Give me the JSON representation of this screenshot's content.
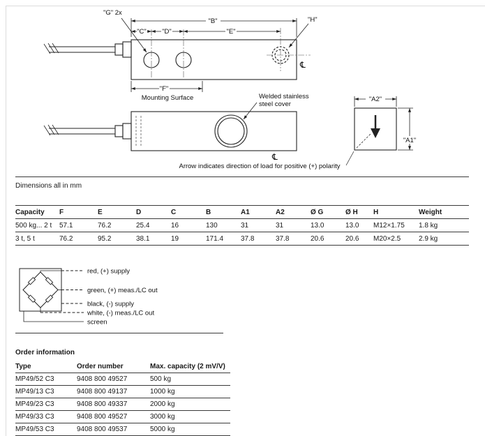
{
  "notes": {
    "units": "Dimensions all in mm"
  },
  "drawing": {
    "labels": {
      "g": "\"G\" 2x",
      "c": "\"C\"",
      "d": "\"D\"",
      "b": "\"B\"",
      "e": "\"E\"",
      "h": "\"H\"",
      "f": "\"F\"",
      "a1": "\"A1\"",
      "a2": "\"A2\"",
      "mounting_surface": "Mounting Surface",
      "cover_line1": "Welded stainless",
      "cover_line2": "steel cover",
      "polarity_note": "Arrow indicates direction of load for positive (+) polarity",
      "centerline_symbol": "℄"
    }
  },
  "dimensions_table": {
    "headers": [
      "Capacity",
      "F",
      "E",
      "D",
      "C",
      "B",
      "A1",
      "A2",
      "Ø G",
      "Ø H",
      "H",
      "Weight"
    ],
    "rows": [
      [
        "500 kg... 2 t",
        "57.1",
        "76.2",
        "25.4",
        "16",
        "130",
        "31",
        "31",
        "13.0",
        "13.0",
        "M12×1.75",
        "1.8 kg"
      ],
      [
        "3 t, 5 t",
        "76.2",
        "95.2",
        "38.1",
        "19",
        "171.4",
        "37.8",
        "37.8",
        "20.6",
        "20.6",
        "M20×2.5",
        "2.9 kg"
      ]
    ]
  },
  "wiring": {
    "labels": [
      "red, (+) supply",
      "green, (+) meas./LC out",
      "black, (-) supply",
      "white, (-) meas./LC out",
      "screen"
    ]
  },
  "order_info": {
    "title": "Order information",
    "headers": [
      "Type",
      "Order number",
      "Max. capacity (2 mV/V)"
    ],
    "rows": [
      [
        "MP49/52 C3",
        "9408 800 49527",
        "500 kg"
      ],
      [
        "MP49/13 C3",
        "9408 800 49137",
        "1000 kg"
      ],
      [
        "MP49/23 C3",
        "9408 800 49337",
        "2000 kg"
      ],
      [
        "MP49/33 C3",
        "9408 800 49527",
        "3000 kg"
      ],
      [
        "MP49/53 C3",
        "9408 800 49537",
        "5000 kg"
      ]
    ]
  }
}
